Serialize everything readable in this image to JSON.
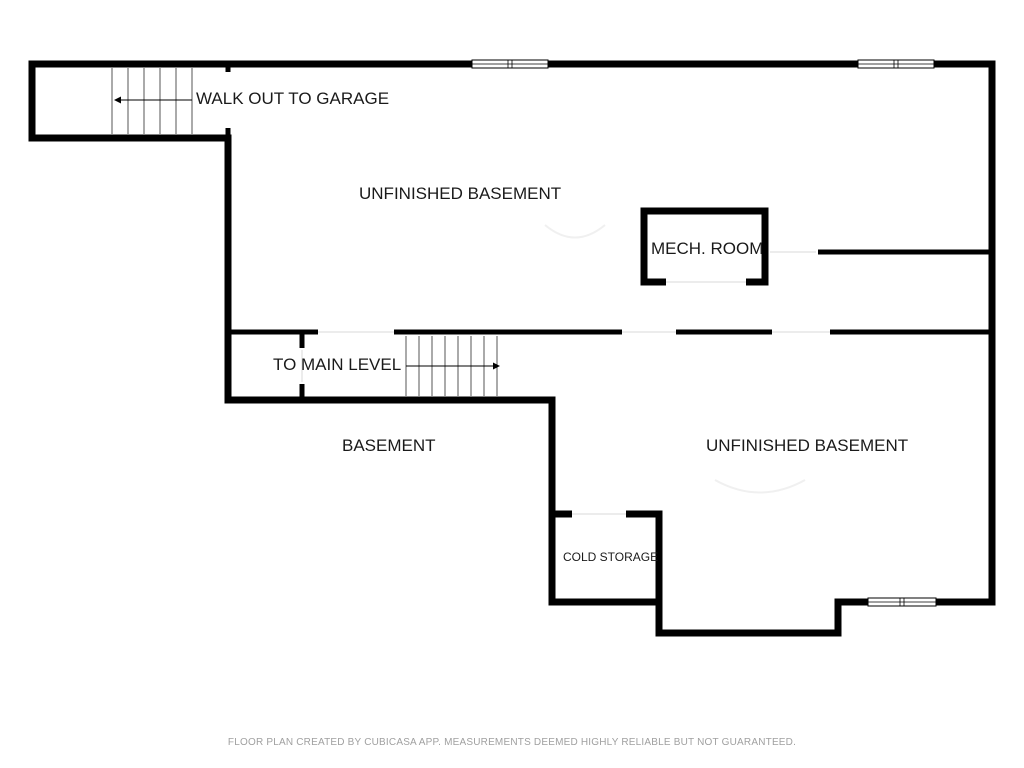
{
  "rooms": {
    "unfinished_basement_top": "UNFINISHED BASEMENT",
    "mech_room": "MECH. ROOM",
    "walk_out": "WALK OUT TO GARAGE",
    "to_main_level": "TO MAIN LEVEL",
    "basement": "BASEMENT",
    "unfinished_basement_bottom": "UNFINISHED BASEMENT",
    "cold_storage": "COLD STORAGE"
  },
  "footer": "FLOOR PLAN CREATED BY CUBICASA APP. MEASUREMENTS DEEMED HIGHLY RELIABLE BUT NOT GUARANTEED."
}
